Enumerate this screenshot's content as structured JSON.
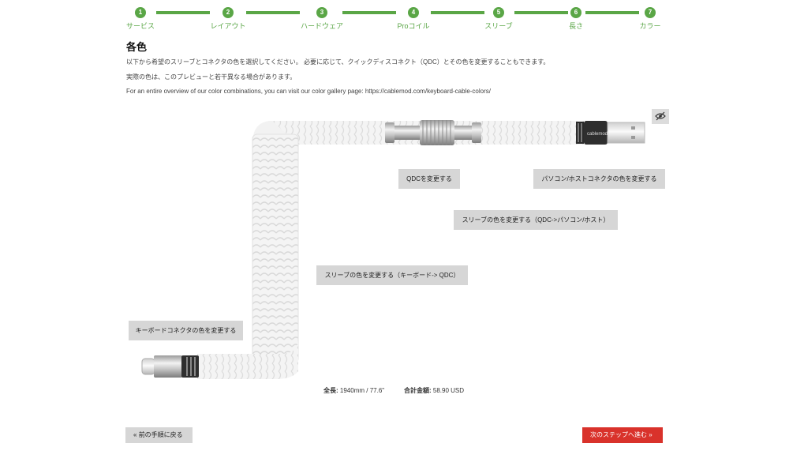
{
  "stepper": {
    "steps": [
      {
        "num": "1",
        "label": "サービス"
      },
      {
        "num": "2",
        "label": "レイアウト"
      },
      {
        "num": "3",
        "label": "ハードウェア"
      },
      {
        "num": "4",
        "label": "Proコイル"
      },
      {
        "num": "5",
        "label": "スリーブ"
      },
      {
        "num": "6",
        "label": "長さ"
      },
      {
        "num": "7",
        "label": "カラー"
      }
    ]
  },
  "section": {
    "title": "各色",
    "paragraph1": "以下から希望のスリーブとコネクタの色を選択してください。 必要に応じて、クイックディスコネクト（QDC）とその色を変更することもできます。",
    "paragraph2": "実際の色は、このプレビューと若干異なる場合があります。",
    "paragraph3": "For an entire overview of our color combinations, you can visit our color gallery page: https://cablemod.com/keyboard-cable-colors/"
  },
  "preview": {
    "usb_brand": "cablemod",
    "buttons": {
      "qdc": "QDCを変更する",
      "host_connector": "パソコン/ホストコネクタの色を変更する",
      "sleeve_qdc_host": "スリーブの色を変更する（QDC->パソコン/ホスト）",
      "sleeve_kb_qdc": "スリーブの色を変更する（キーボード-> QDC）",
      "keyboard_connector": "キーボードコネクタの色を変更する"
    }
  },
  "summary": {
    "length_label": "全長:",
    "length_value": "1940mm / 77.6\"",
    "total_label": "合計金額:",
    "total_value": "58.90 USD"
  },
  "nav": {
    "prev": "前の手順に戻る",
    "next": "次のステップへ進む"
  },
  "colors": {
    "accent_green": "#5aa646",
    "next_red": "#d9322b",
    "button_gray": "#d6d6d6"
  }
}
